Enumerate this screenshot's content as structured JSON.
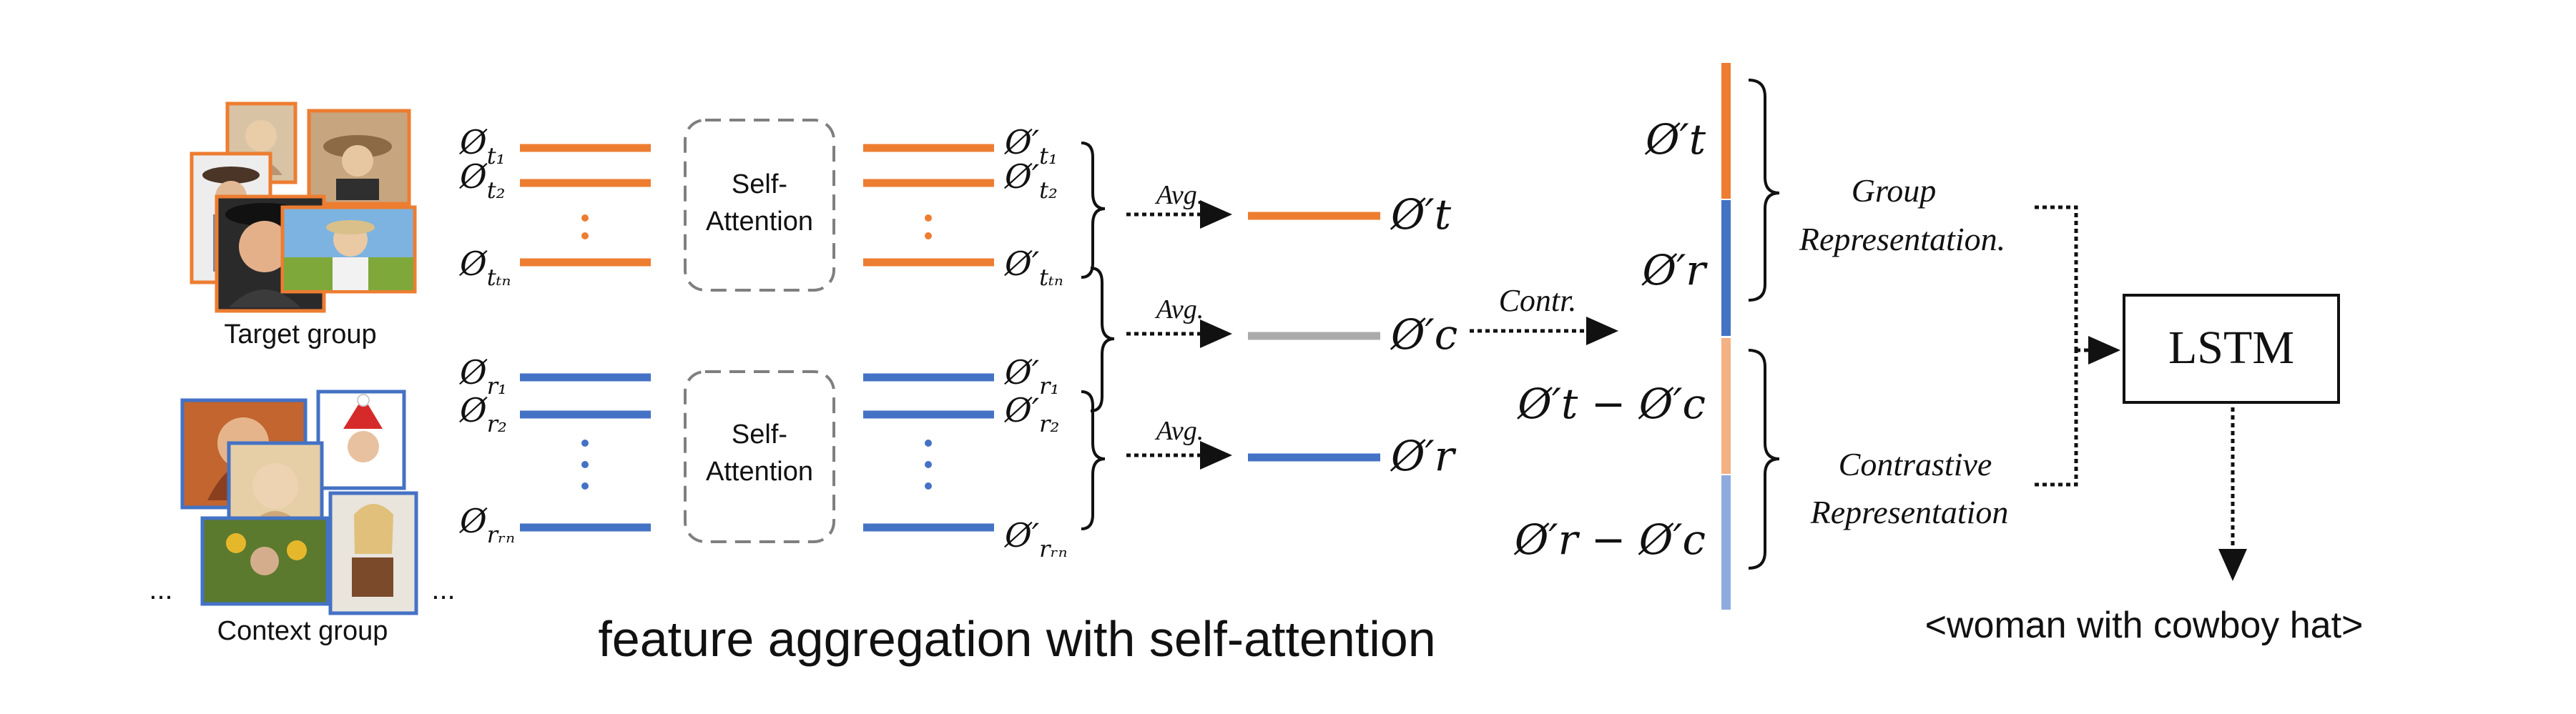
{
  "colors": {
    "target": "#ED7D31",
    "context": "#4472C4",
    "contrast": "#ABABAB",
    "target_light": "#F4B183",
    "context_light": "#8FAADC",
    "stroke": "#111111",
    "dashed_box": "#7F7F7F"
  },
  "groups": {
    "target_label": "Target group",
    "context_label": "Context group",
    "ellipsis": "..."
  },
  "features": {
    "target_in": [
      "Ø",
      "Ø",
      "Ø"
    ],
    "target_in_sub": [
      "t₁",
      "t₂",
      "tₜₙ"
    ],
    "context_in": [
      "Ø",
      "Ø",
      "Ø"
    ],
    "context_in_sub": [
      "r₁",
      "r₂",
      "rᵣₙ"
    ],
    "target_out_sub": [
      "t₁",
      "t₂",
      "tₜₙ"
    ],
    "context_out_sub": [
      "r₁",
      "r₂",
      "rᵣₙ"
    ]
  },
  "attention": {
    "line1": "Self-",
    "line2": "Attention"
  },
  "avg": {
    "label": "Avg.",
    "outputs": [
      "Ø′t",
      "Ø′c",
      "Ø′r"
    ]
  },
  "contr_label": "Contr.",
  "representation": {
    "top": [
      "Ø′t",
      "Ø′r"
    ],
    "bottom": [
      "Ø′t − Ø′c",
      "Ø′r − Ø′c"
    ],
    "group_label_1": "Group",
    "group_label_2": "Representation.",
    "contrastive_label_1": "Contrastive",
    "contrastive_label_2": "Representation"
  },
  "lstm_label": "LSTM",
  "output_caption": "<woman with cowboy hat>",
  "caption": "feature aggregation with self-attention"
}
